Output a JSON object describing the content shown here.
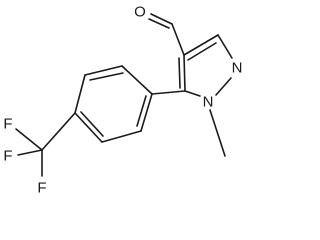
{
  "molecule": {
    "atoms": {
      "oxygen": "O",
      "n1": "N",
      "n2": "N",
      "f1": "F",
      "f2": "F",
      "f3": "F"
    }
  }
}
